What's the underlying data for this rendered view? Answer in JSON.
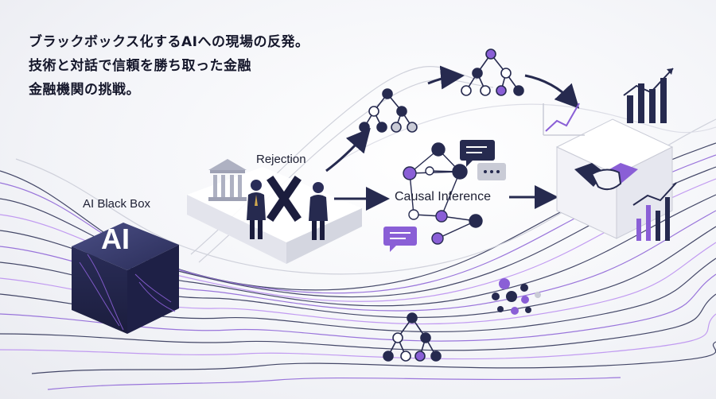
{
  "title_lines": [
    "ブラックボックス化するAIへの現場の反発。",
    "技術と対話で信頼を勝ち取った金融",
    "金融機関の挑戦。"
  ],
  "labels": {
    "black_box": "AI Black Box",
    "ai_cube": "AI",
    "rejection": "Rejection",
    "causal": "Causal Inference"
  },
  "colors": {
    "navy": "#262a4f",
    "purple": "#8a5fd6",
    "light_purple": "#b98cf0",
    "gray": "#c9cbd6",
    "text": "#15172b"
  },
  "icons": [
    "bank-icon",
    "cross-icon",
    "businessman-icon",
    "chat-bubble-icon",
    "handshake-icon",
    "bar-chart-icon",
    "line-chart-icon",
    "network-graph-icon",
    "dot-cluster-icon"
  ]
}
